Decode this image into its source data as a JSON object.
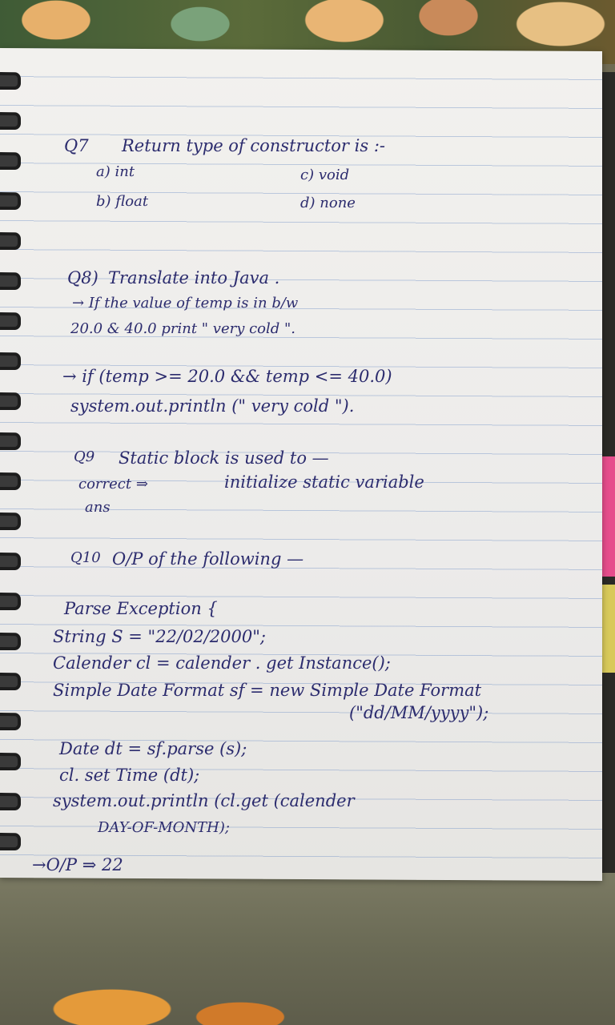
{
  "notes": {
    "q7": {
      "label": "Q7",
      "question": "Return type of constructor is :-",
      "options": [
        "a) int",
        "b) float",
        "c) void",
        "d) none"
      ]
    },
    "q8": {
      "label": "Q8)",
      "title": "Translate into Java .",
      "line1": "→ If the value of temp is in b/w",
      "line2": "20.0 & 40.0 print \" very cold \".",
      "code1": "→ if (temp >= 20.0 && temp <= 40.0)",
      "code2": "system.out.println (\" very cold \")."
    },
    "q9": {
      "label": "Q9",
      "question": "Static block is used to —",
      "correct": "correct ⇒",
      "ans": "ans",
      "answer": "initialize static variable"
    },
    "q10": {
      "label": "Q10",
      "title": "O/P of the following —",
      "lines": [
        "Parse Exception {",
        "String S = \"22/02/2000\";",
        "Calender cl = calender . get Instance();",
        "Simple Date Format sf = new Simple Date Format",
        "(\"dd/MM/yyyy\");",
        "Date dt = sf.parse (s);",
        "cl. set Time (dt);",
        "system.out.println (cl.get (calender",
        "DAY-OF-MONTH);"
      ],
      "output": "→O/P ⇒ 22"
    }
  }
}
